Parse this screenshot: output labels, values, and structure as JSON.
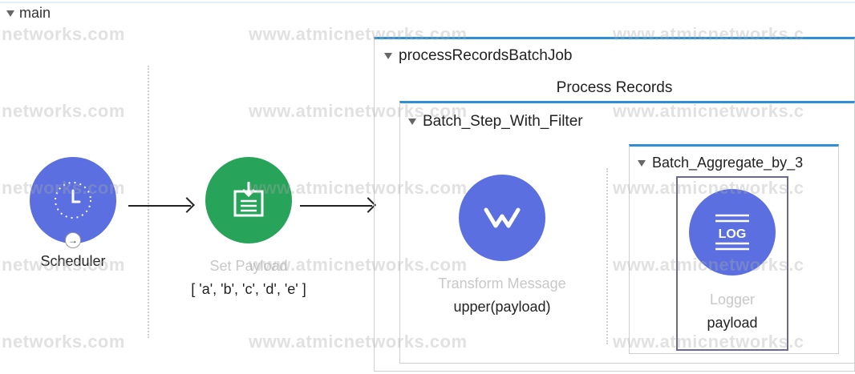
{
  "flow": {
    "name": "main"
  },
  "nodes": {
    "scheduler": {
      "label": "Scheduler",
      "icon": "clock-icon",
      "color": "#5b6fe0"
    },
    "set_payload": {
      "label": "Set Payload",
      "value": "[ 'a', 'b', 'c', 'd', 'e' ]",
      "icon": "set-payload-icon",
      "color": "#27a35a"
    },
    "transform": {
      "label": "Transform Message",
      "value": "upper(payload)",
      "icon": "dataweave-icon",
      "color": "#5b6fe0"
    },
    "logger": {
      "label": "Logger",
      "value": "payload",
      "icon": "log-icon",
      "icon_text": "LOG",
      "color": "#5b6fe0"
    }
  },
  "scopes": {
    "batch_job": {
      "name": "processRecordsBatchJob",
      "section": "Process Records"
    },
    "batch_step": {
      "name": "Batch_Step_With_Filter"
    },
    "aggregator": {
      "name": "Batch_Aggregate_by_3"
    }
  },
  "watermark": {
    "text": "www.atmicnetworks.com",
    "fragment_left": "networks.com",
    "fragment_right": "www.atmicnetworks.c"
  },
  "colors": {
    "scope_accent": "#2f8fd6",
    "arrow": "#222222"
  }
}
